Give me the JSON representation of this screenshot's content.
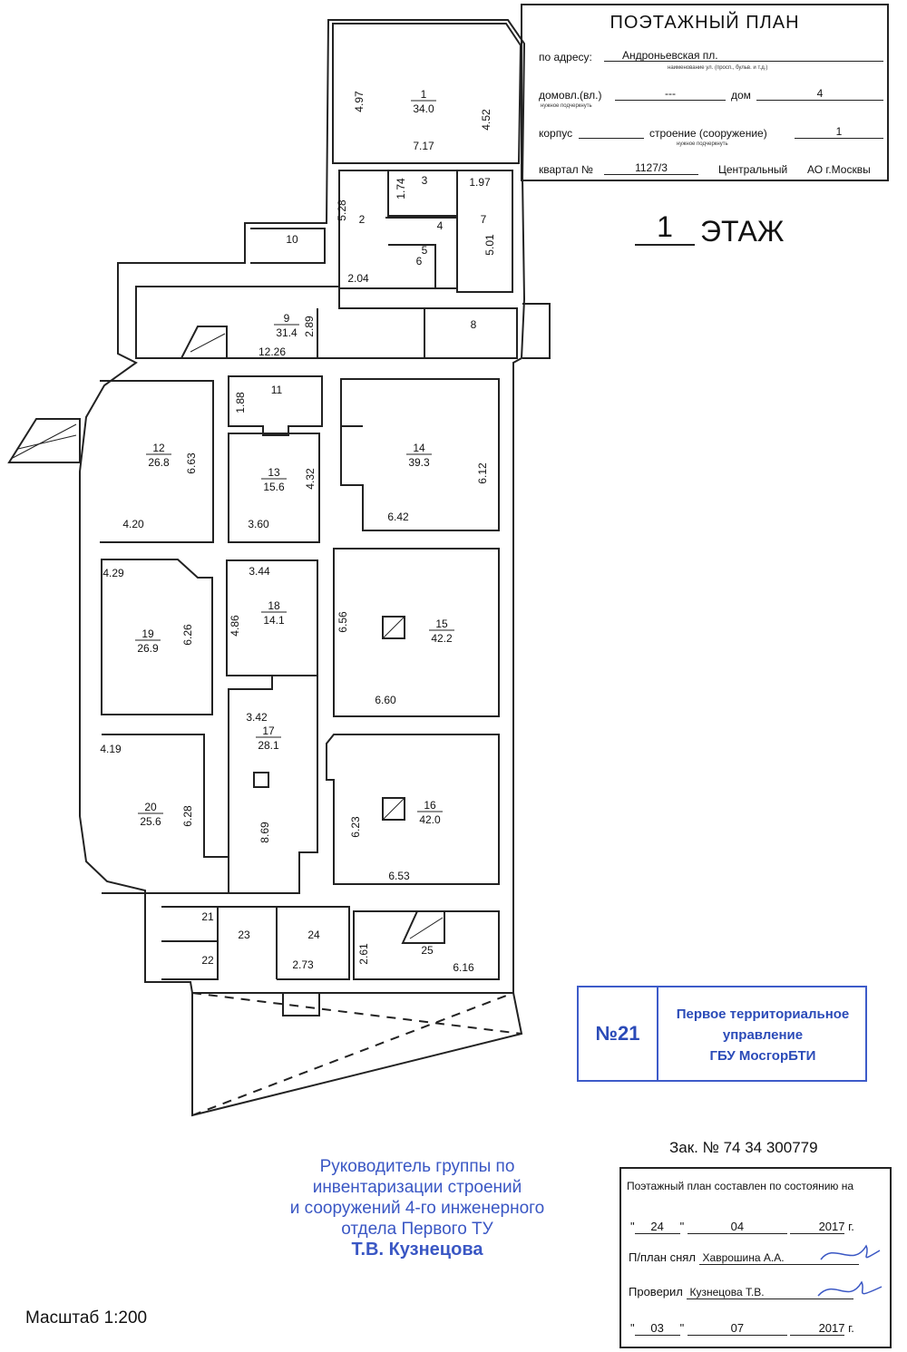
{
  "header": {
    "title": "ПОЭТАЖНЫЙ ПЛАН",
    "address_label": "по адресу:",
    "address_value": "Андроньевская пл.",
    "address_note": "наименование ул. (просп., бульв. и т.д.)",
    "domovl_label": "домовл.(вл.)",
    "domovl_note": "нужное подчеркнуть",
    "domovl_value": "---",
    "dom_label": "дом",
    "dom_value": "4",
    "korpus_label": "корпус",
    "stroenie_label": "строение (сооружение)",
    "stroenie_value": "1",
    "stroenie_note": "нужное подчеркнуть",
    "kvartal_label": "квартал №",
    "kvartal_value": "1127/3",
    "district": "Центральный",
    "district_suffix": "АО г.Москвы"
  },
  "floor": {
    "number": "1",
    "word": "ЭТАЖ"
  },
  "rooms": [
    {
      "num": "1",
      "area": "34.0"
    },
    {
      "num": "2",
      "area": ""
    },
    {
      "num": "3",
      "area": ""
    },
    {
      "num": "4",
      "area": ""
    },
    {
      "num": "5",
      "area": ""
    },
    {
      "num": "6",
      "area": ""
    },
    {
      "num": "7",
      "area": ""
    },
    {
      "num": "8",
      "area": ""
    },
    {
      "num": "9",
      "area": "31.4"
    },
    {
      "num": "10",
      "area": ""
    },
    {
      "num": "11",
      "area": ""
    },
    {
      "num": "12",
      "area": "26.8"
    },
    {
      "num": "13",
      "area": "15.6"
    },
    {
      "num": "14",
      "area": "39.3"
    },
    {
      "num": "15",
      "area": "42.2"
    },
    {
      "num": "16",
      "area": "42.0"
    },
    {
      "num": "17",
      "area": "28.1"
    },
    {
      "num": "18",
      "area": "14.1"
    },
    {
      "num": "19",
      "area": "26.9"
    },
    {
      "num": "20",
      "area": "25.6"
    },
    {
      "num": "21",
      "area": ""
    },
    {
      "num": "22",
      "area": ""
    },
    {
      "num": "23",
      "area": ""
    },
    {
      "num": "24",
      "area": ""
    },
    {
      "num": "25",
      "area": ""
    }
  ],
  "dimensions": [
    "4.97",
    "7.17",
    "4.52",
    "5.28",
    "1.74",
    "1.97",
    "5.01",
    "2.04",
    "2.89",
    "12.26",
    "1.88",
    "6.63",
    "4.20",
    "4.32",
    "3.60",
    "6.12",
    "6.42",
    "4.29",
    "3.44",
    "4.86",
    "6.26",
    "6.56",
    "6.60",
    "3.42",
    "4.19",
    "6.28",
    "8.69",
    "6.23",
    "6.53",
    "2.73",
    "2.61",
    "6.16"
  ],
  "stamp": {
    "number": "№21",
    "org_line1": "Первое территориальное",
    "org_line2": "управление",
    "org_line3": "ГБУ МосгорБТИ"
  },
  "order": "Зак. № 74 34 300779",
  "signer": {
    "line1": "Руководитель группы по",
    "line2": "инвентаризации строений",
    "line3": "и сооружений 4-го инженерного",
    "line4": "отдела Первого ТУ",
    "name": "Т.В. Кузнецова"
  },
  "status_box": {
    "heading": "Поэтажный план составлен по состоянию на",
    "day1": "24",
    "month1": "04",
    "year1": "2017",
    "suffix_g": "г.",
    "made_label": "П/план снял",
    "made_by": "Хаврошина А.А.",
    "checked_label": "Проверил",
    "checked_by": "Кузнецова Т.В.",
    "day2": "03",
    "month2": "07",
    "year2": "2017"
  },
  "scale": "Масштаб 1:200",
  "colors": {
    "ink": "#111111",
    "stamp_blue": "#3d5bc9",
    "signer_blue": "#3a57c4"
  }
}
